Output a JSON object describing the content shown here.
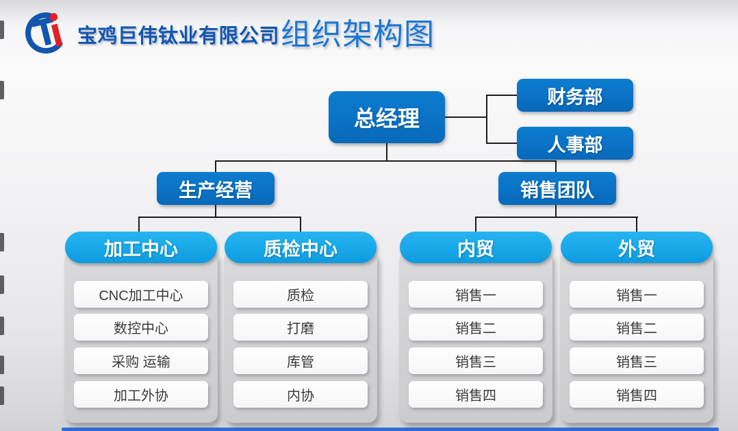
{
  "header": {
    "company_name": "宝鸡巨伟钛业有限公司",
    "page_title": "组织架构图",
    "logo": "juwei-titanium-ti-logo"
  },
  "colors": {
    "node_blue": "#0a72c5",
    "pill_cyan": "#18a8e8",
    "company_text_blue": "#1257b0",
    "title_text_blue": "#1b76d2",
    "connector": "#1d1d1f",
    "card_gray": "#d3d3d5",
    "item_text": "#3b3b3b",
    "footer_bar_blue": "#2f6fd4",
    "logo_blue": "#1256ad",
    "logo_red": "#e02226"
  },
  "org_chart": {
    "root": {
      "label": "总经理"
    },
    "staff_departments": [
      {
        "label": "财务部"
      },
      {
        "label": "人事部"
      }
    ],
    "branches": [
      {
        "label": "生产经营"
      },
      {
        "label": "销售团队"
      }
    ],
    "groups": [
      {
        "label": "加工中心",
        "items": [
          "CNC加工中心",
          "数控中心",
          "采购 运输",
          "加工外协"
        ]
      },
      {
        "label": "质检中心",
        "items": [
          "质检",
          "打磨",
          "库管",
          "内协"
        ]
      },
      {
        "label": "内贸",
        "items": [
          "销售一",
          "销售二",
          "销售三",
          "销售四"
        ]
      },
      {
        "label": "外贸",
        "items": [
          "销售一",
          "销售二",
          "销售三",
          "销售四"
        ]
      }
    ]
  }
}
